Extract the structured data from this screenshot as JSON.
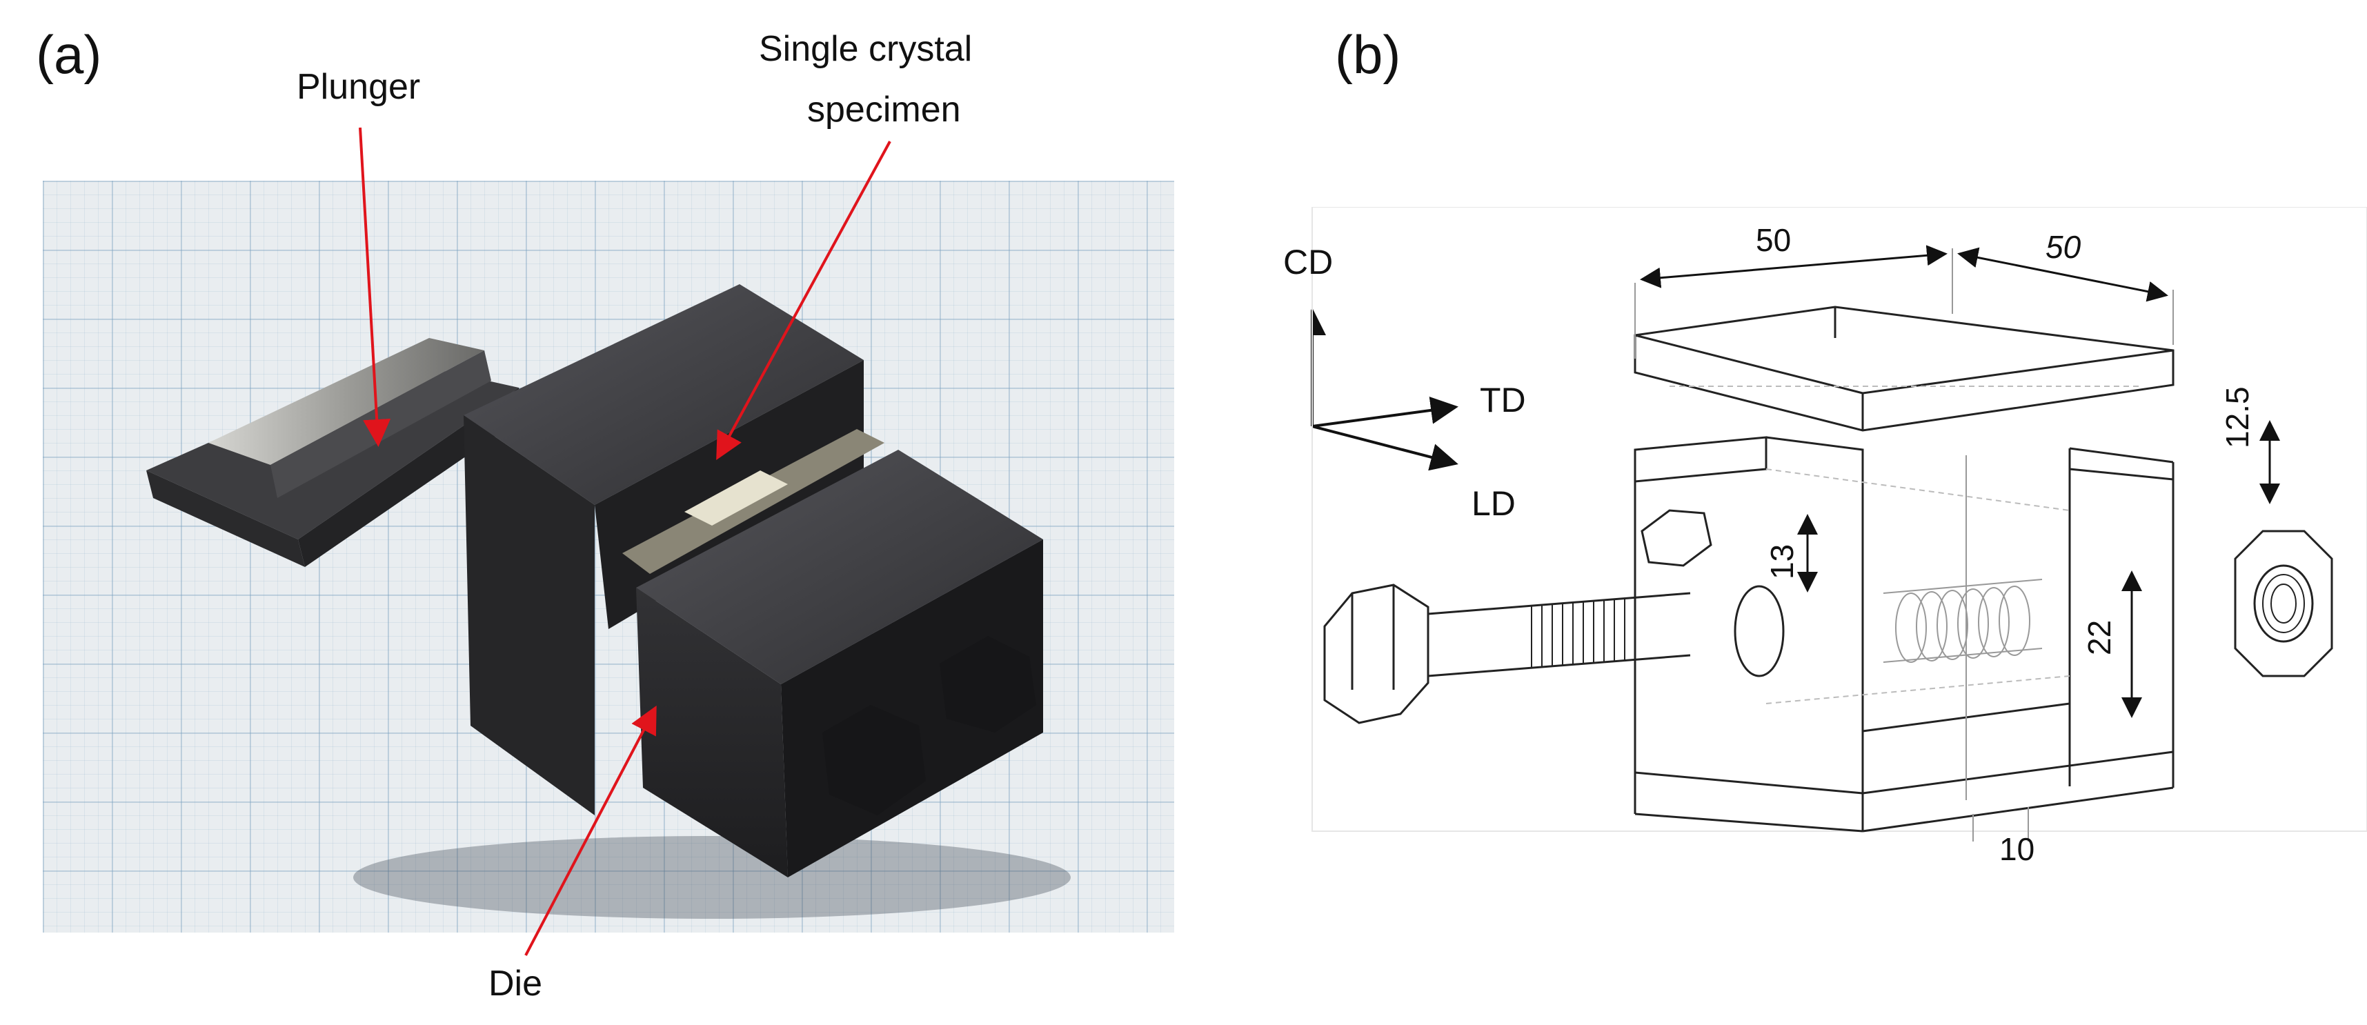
{
  "panels": {
    "a": {
      "label": "(a)",
      "callouts": {
        "plunger": "Plunger",
        "specimen_line1": "Single crystal",
        "specimen_line2": "specimen",
        "die": "Die"
      }
    },
    "b": {
      "label": "(b)",
      "axes": {
        "cd": "CD",
        "td": "TD",
        "ld": "LD"
      },
      "dimensions": {
        "width_left": "50",
        "width_right": "50",
        "gap_height": "12.5",
        "inner_height": "13",
        "bolt_height": "22",
        "slot_width": "10"
      }
    }
  },
  "colors": {
    "callout_arrow": "#e0141c",
    "die_dark": "#2b2b2d",
    "steel_light": "#a9a9a6",
    "line_art": "#222222"
  }
}
